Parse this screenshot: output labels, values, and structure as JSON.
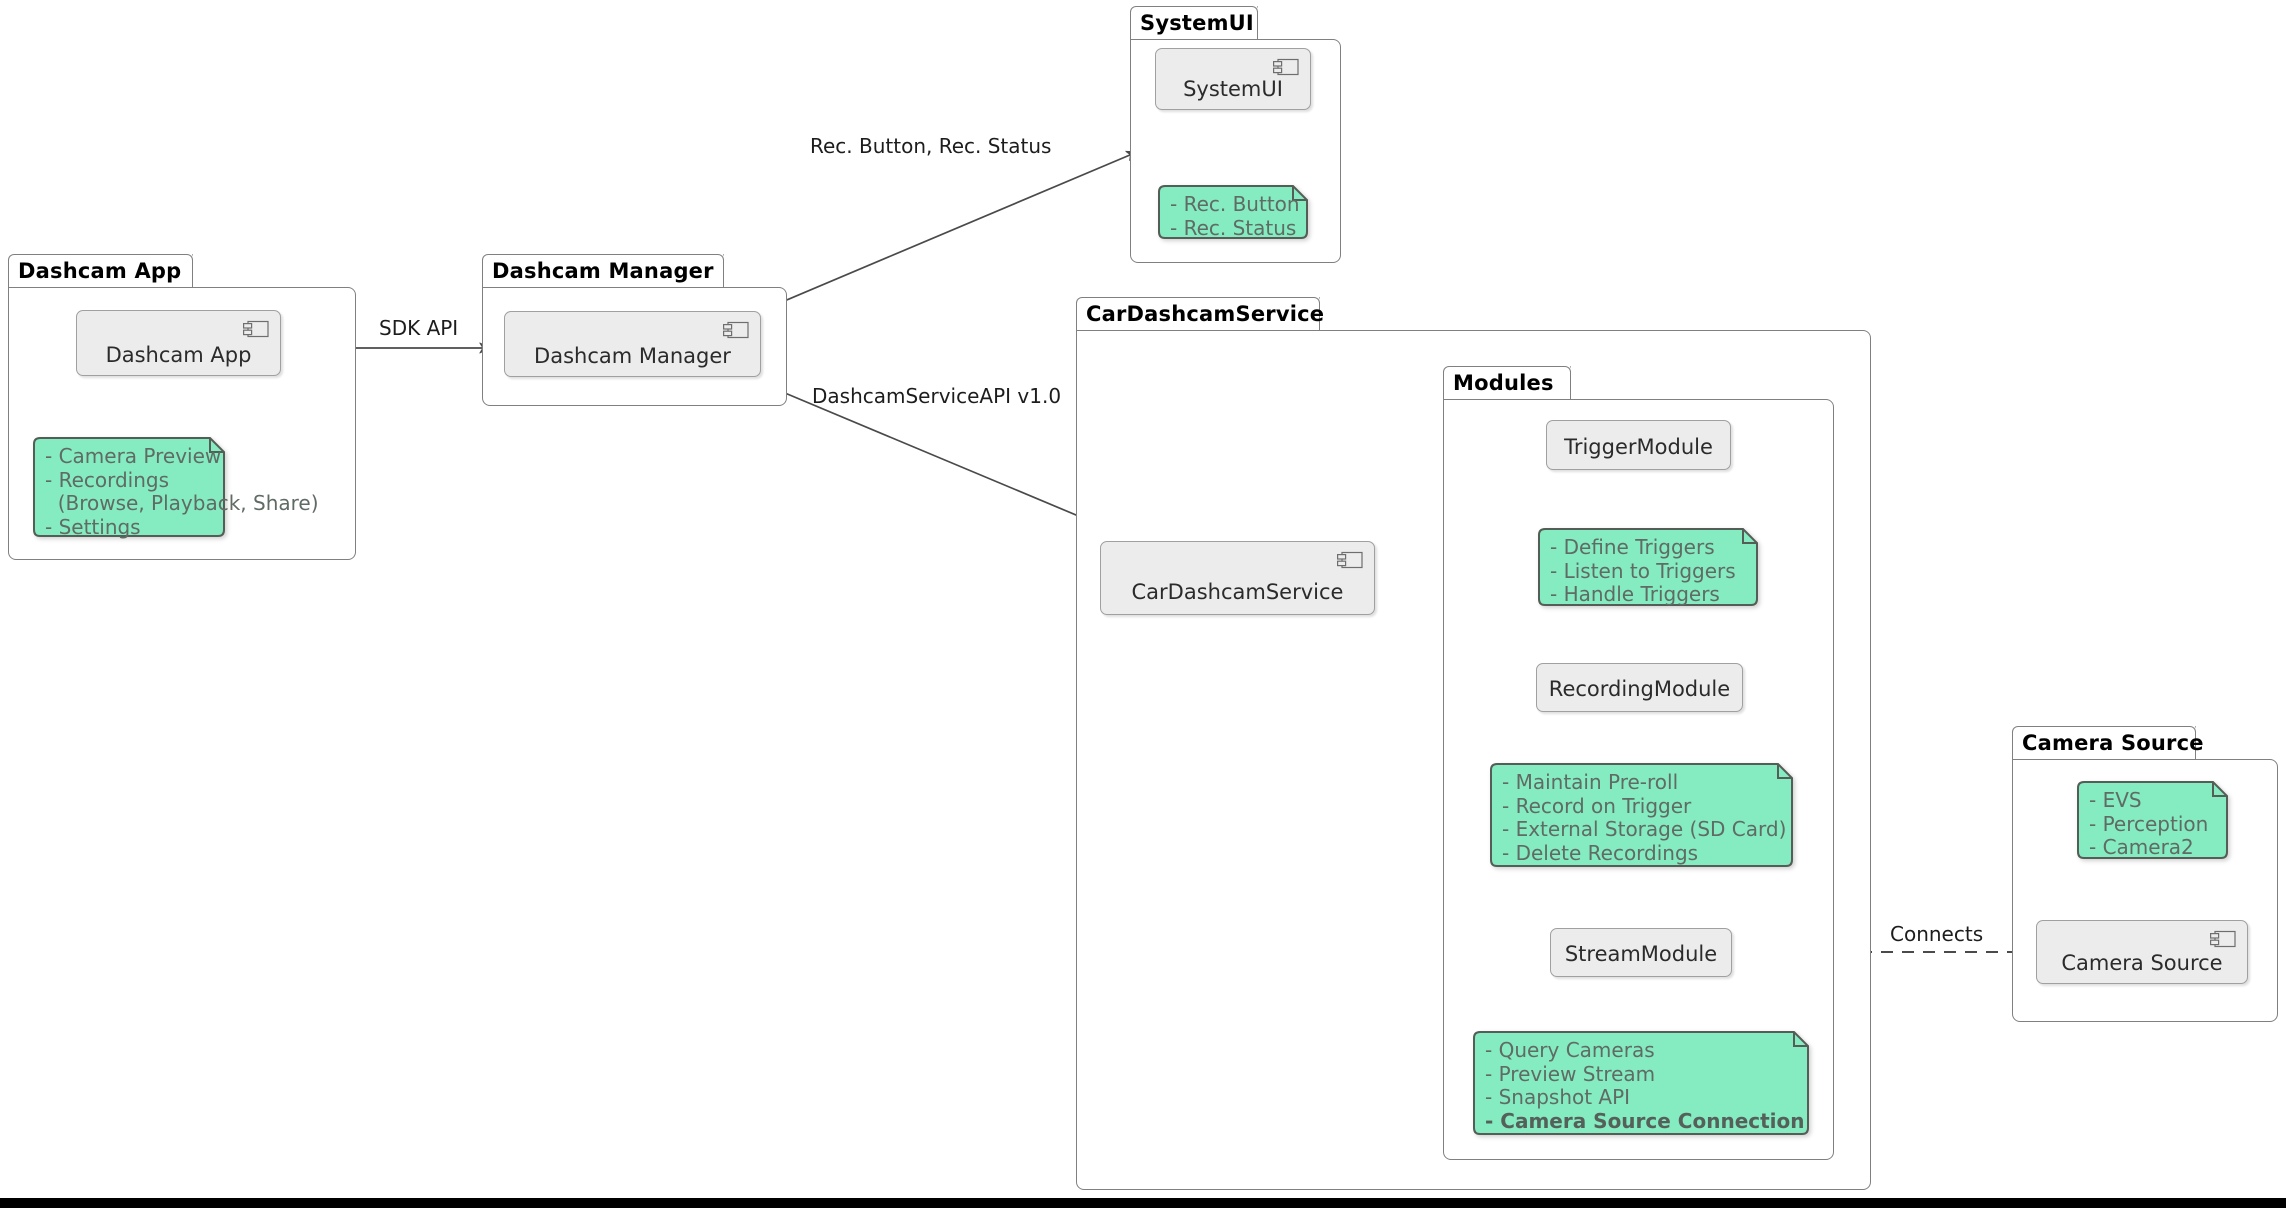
{
  "diagram": {
    "type": "uml-component-diagram",
    "background": "#FFFFFF",
    "colors": {
      "note_fill": "#85EBC0",
      "note_border": "#555D57",
      "note_text": "#5F6B64",
      "component_fill": "#ECECEC",
      "component_border": "#A0A0A0",
      "package_border": "#808080",
      "edge": "#4A4A4A"
    }
  },
  "packages": [
    {
      "id": "dashcam-app",
      "title": "Dashcam App",
      "component": "Dashcam App",
      "note": [
        "- Camera Preview",
        "- Recordings",
        "  (Browse, Playback, Share)",
        "- Settings"
      ]
    },
    {
      "id": "dashcam-manager",
      "title": "Dashcam Manager",
      "component": "Dashcam Manager",
      "note": []
    },
    {
      "id": "systemui",
      "title": "SystemUI",
      "component": "SystemUI",
      "note": [
        "- Rec. Button",
        "- Rec. Status"
      ]
    },
    {
      "id": "cardashcamservice",
      "title": "CarDashcamService",
      "component": "CarDashcamService",
      "note": []
    },
    {
      "id": "modules",
      "title": "Modules",
      "component": null,
      "note": []
    },
    {
      "id": "camera-source",
      "title": "Camera Source",
      "component": "Camera Source",
      "note": [
        "- EVS",
        "- Perception",
        "- Camera2"
      ]
    }
  ],
  "modules": [
    {
      "id": "trigger-module",
      "name": "TriggerModule",
      "note": [
        "- Define Triggers",
        "- Listen to Triggers",
        "- Handle Triggers"
      ]
    },
    {
      "id": "recording-module",
      "name": "RecordingModule",
      "note": [
        "- Maintain Pre-roll",
        "- Record on Trigger",
        "- External Storage (SD Card)",
        "- Delete Recordings"
      ]
    },
    {
      "id": "stream-module",
      "name": "StreamModule",
      "note_lines": [
        {
          "text": "- Query Cameras",
          "bold": false
        },
        {
          "text": "- Preview Stream",
          "bold": false
        },
        {
          "text": "- Snapshot API",
          "bold": false
        },
        {
          "text": "- Camera Source Connection",
          "bold": true
        }
      ]
    }
  ],
  "edges": [
    {
      "id": "edge-sdk-api",
      "label": "SDK API",
      "from": "Dashcam App",
      "to": "Dashcam Manager",
      "style": "solid"
    },
    {
      "id": "edge-rec-button-status",
      "label": "Rec. Button, Rec. Status",
      "from": "Dashcam Manager",
      "to": "SystemUI",
      "style": "solid"
    },
    {
      "id": "edge-dashcam-service-api",
      "label": "DashcamServiceAPI v1.0",
      "from": "Dashcam Manager",
      "to": "CarDashcamService",
      "style": "solid"
    },
    {
      "id": "edge-to-trigger",
      "label": "",
      "from": "CarDashcamService",
      "to": "TriggerModule",
      "style": "solid"
    },
    {
      "id": "edge-to-recording",
      "label": "",
      "from": "CarDashcamService",
      "to": "RecordingModule",
      "style": "solid"
    },
    {
      "id": "edge-to-stream",
      "label": "",
      "from": "CarDashcamService",
      "to": "StreamModule",
      "style": "solid"
    },
    {
      "id": "edge-connects",
      "label": "Connects",
      "from": "StreamModule",
      "to": "Camera Source",
      "style": "dashed"
    }
  ],
  "labels": {
    "sdk_api": "SDK API",
    "rec_button_status": "Rec. Button, Rec. Status",
    "dashcam_service_api": "DashcamServiceAPI v1.0",
    "connects": "Connects"
  },
  "icons": {
    "component": "uml-component-icon",
    "note_fold": "note-folded-corner"
  }
}
